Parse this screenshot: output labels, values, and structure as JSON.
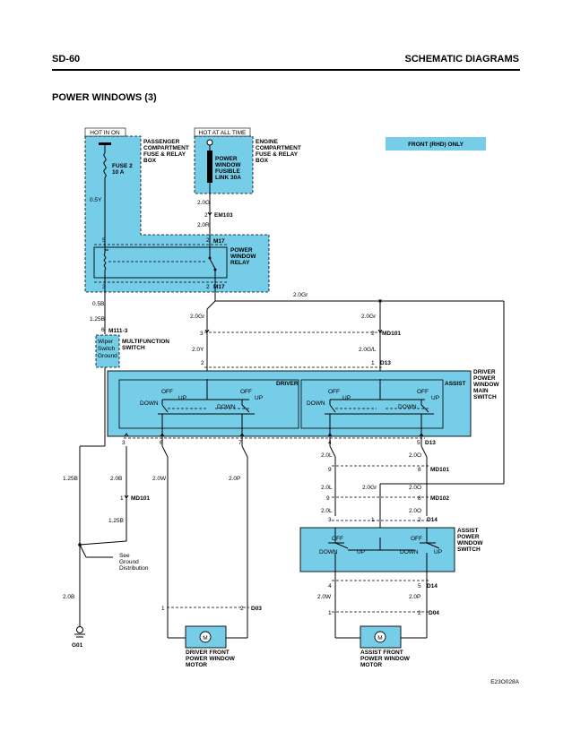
{
  "header": {
    "page": "SD-60",
    "section": "SCHEMATIC DIAGRAMS"
  },
  "title": "POWER WINDOWS (3)",
  "image_code": "E23O028A",
  "labels": {
    "hot_in_on": "HOT IN ON",
    "hot_at_all_time": "HOT AT ALL TIME",
    "front_rhd_only": "FRONT (RHD) ONLY",
    "passenger_box": [
      "PASSENGER",
      "COMPARTMENT",
      "FUSE & RELAY",
      "BOX"
    ],
    "engine_box": [
      "ENGINE",
      "COMPARTMENT",
      "FUSE & RELAY",
      "BOX"
    ],
    "fuse": [
      "FUSE 2",
      "10 A"
    ],
    "fusible_link": [
      "POWER",
      "WINDOW",
      "FUSIBLE",
      "LINK 30A"
    ],
    "relay": [
      "POWER",
      "WINDOW",
      "RELAY"
    ],
    "wiper": [
      "Wiper",
      "Switch",
      "Ground"
    ],
    "multifunction": [
      "MULTIFUNCTION",
      "SWITCH"
    ],
    "driver_main_switch": [
      "DRIVER",
      "POWER",
      "WINDOW",
      "MAIN",
      "SWITCH"
    ],
    "assist_switch": [
      "ASSIST",
      "POWER",
      "WINDOW",
      "SWITCH"
    ],
    "driver_motor": [
      "DRIVER FRONT",
      "POWER WINDOW",
      "MOTOR"
    ],
    "assist_motor": [
      "ASSIST FRONT",
      "POWER WINDOW",
      "MOTOR"
    ],
    "see_ground": [
      "See",
      "Ground",
      "Distribution"
    ],
    "driver": "DRIVER",
    "assist": "ASSIST",
    "off": "OFF",
    "up": "UP",
    "down": "DOWN",
    "motor": "M",
    "ground_id": "G01"
  },
  "connectors": {
    "em103": "EM103",
    "m17a": "M17",
    "m17b": "M17",
    "m111": "M111-3",
    "md101a": "MD101",
    "d13a": "D13",
    "d13b": "D13",
    "md101b": "MD101",
    "md102": "MD102",
    "d14a": "D14",
    "d14b": "D14",
    "d03": "D03",
    "md101c": "MD101",
    "d04": "D04"
  },
  "pins": {
    "p5": "5",
    "p3": "3",
    "p2": "2",
    "p2b": "2",
    "p6": "6",
    "p3b": "3",
    "p2c": "2",
    "p2d": "2",
    "p1": "1",
    "p3c": "3",
    "p6b": "6",
    "p7": "7",
    "p4": "4",
    "p5b": "5",
    "p9": "9",
    "p8": "8",
    "p9b": "9",
    "p8b": "8",
    "p3d": "3",
    "p1b": "1",
    "p2e": "2",
    "p4b": "4",
    "p5c": "5",
    "p1c": "1",
    "p2f": "2",
    "p1d": "1",
    "p2g": "2",
    "p1e": "1"
  },
  "wires": {
    "w1": "0.5Y",
    "w2": "2.0G",
    "w3": "2.0R",
    "w4": "0.5B",
    "w5": "1.25B",
    "w6": "2.0Gr",
    "w7": "2.0Gr",
    "w8": "2.0Gr",
    "w9": "2.0Y",
    "w10": "2.0G/L",
    "w11": "1.25B",
    "w12": "2.0B",
    "w13": "2.0W",
    "w14": "2.0P",
    "w15": "2.0L",
    "w16": "2.0O",
    "w17": "2.0L",
    "w18": "2.0Gr",
    "w19": "2.0O",
    "w20": "2.0L",
    "w21": "2.0O",
    "w22": "1.25B",
    "w23": "2.0B",
    "w24": "2.0W",
    "w25": "2.0P"
  },
  "colors": {
    "box_fill": "#76cde8",
    "line": "#000000"
  }
}
